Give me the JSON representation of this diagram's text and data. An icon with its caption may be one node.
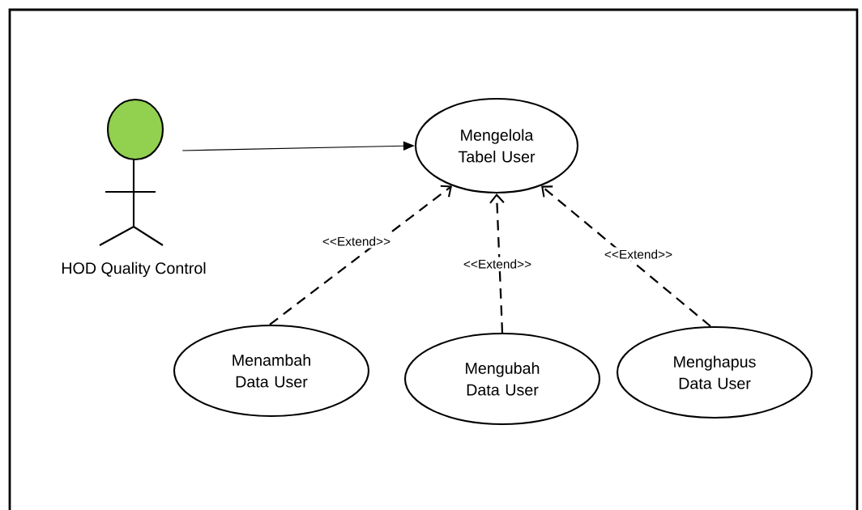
{
  "diagram": {
    "nodes": [
      {
        "text": [
          "HOD Quality Control"
        ]
      },
      {
        "text": [
          "Mengelola Tabel User"
        ]
      },
      {
        "text": [
          "Menambah Data User"
        ]
      },
      {
        "text": [
          "Mengubah Data User"
        ]
      },
      {
        "text": [
          "Menghapus Data User"
        ]
      }
    ],
    "edges": [
      {
        "from": 0,
        "to": 1,
        "arrow": "to"
      },
      {
        "from": 2,
        "to": 1,
        "arrow": "to",
        "label": "<<Extend>>",
        "style": "dashed"
      },
      {
        "from": 3,
        "to": 1,
        "arrow": "to",
        "label": "<<Extend>>",
        "style": "dashed"
      },
      {
        "from": 4,
        "to": 1,
        "arrow": "to",
        "label": "<<Extend>>",
        "style": "dashed"
      }
    ]
  }
}
